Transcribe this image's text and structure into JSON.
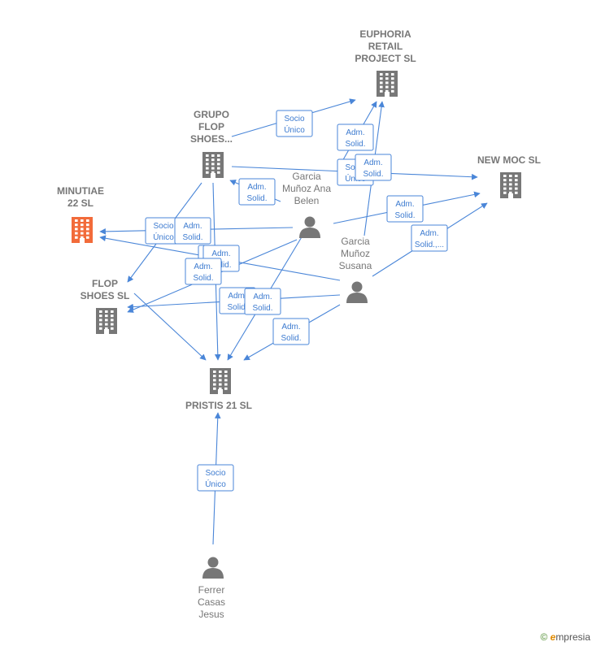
{
  "colors": {
    "edge": "#4a86d8",
    "node": "#777777",
    "highlight": "#f26b3a"
  },
  "nodes": [
    {
      "id": "euphoria",
      "type": "company",
      "lines": [
        "EUPHORIA",
        "RETAIL",
        "PROJECT  SL"
      ]
    },
    {
      "id": "grupo",
      "type": "company",
      "lines": [
        "GRUPO",
        "FLOP",
        "SHOES..."
      ]
    },
    {
      "id": "newmoc",
      "type": "company",
      "lines": [
        "NEW MOC  SL"
      ]
    },
    {
      "id": "minutiae",
      "type": "company",
      "highlight": true,
      "lines": [
        "MINUTIAE",
        "22  SL"
      ]
    },
    {
      "id": "flop",
      "type": "company",
      "lines": [
        "FLOP",
        "SHOES SL"
      ]
    },
    {
      "id": "pristis",
      "type": "company",
      "lines": [
        "PRISTIS 21  SL"
      ]
    },
    {
      "id": "garciaAna",
      "type": "person",
      "lines": [
        "Garcia",
        "Muñoz Ana",
        "Belen"
      ]
    },
    {
      "id": "garciaSusana",
      "type": "person",
      "lines": [
        "Garcia",
        "Muñoz",
        "Susana"
      ]
    },
    {
      "id": "ferrer",
      "type": "person",
      "lines": [
        "Ferrer",
        "Casas",
        "Jesus"
      ]
    }
  ],
  "edges": [
    {
      "from": "grupo",
      "to": "euphoria",
      "label": [
        "Socio",
        "Único"
      ]
    },
    {
      "from": "grupo",
      "to": "newmoc",
      "label": [
        "Socio",
        "Único"
      ]
    },
    {
      "from": "grupo",
      "to": "flop",
      "label": [
        "Socio",
        "Único"
      ]
    },
    {
      "from": "grupo",
      "to": "pristis",
      "label": [
        "Socio",
        "Único"
      ]
    },
    {
      "from": "flop",
      "to": "pristis",
      "label": []
    },
    {
      "from": "garciaAna",
      "to": "grupo",
      "label": [
        "Adm.",
        "Solid."
      ]
    },
    {
      "from": "garciaAna",
      "to": "euphoria",
      "label": [
        "Adm.",
        "Solid."
      ]
    },
    {
      "from": "garciaAna",
      "to": "newmoc",
      "label": [
        "Adm.",
        "Solid."
      ]
    },
    {
      "from": "garciaAna",
      "to": "minutiae",
      "label": [
        "Adm.",
        "Solid."
      ]
    },
    {
      "from": "garciaAna",
      "to": "flop",
      "label": [
        "Adm.",
        "Solid."
      ]
    },
    {
      "from": "garciaAna",
      "to": "pristis",
      "label": [
        "Adm.",
        "Solid."
      ]
    },
    {
      "from": "garciaSusana",
      "to": "euphoria",
      "label": [
        "Adm.",
        "Solid."
      ]
    },
    {
      "from": "garciaSusana",
      "to": "newmoc",
      "label": [
        "Adm.",
        "Solid.,..."
      ]
    },
    {
      "from": "garciaSusana",
      "to": "minutiae",
      "label": [
        "Adm.",
        "Solid."
      ]
    },
    {
      "from": "garciaSusana",
      "to": "flop",
      "label": [
        "Adm.",
        "Solid."
      ]
    },
    {
      "from": "garciaSusana",
      "to": "pristis",
      "label": [
        "Adm.",
        "Solid."
      ]
    },
    {
      "from": "ferrer",
      "to": "pristis",
      "label": [
        "Socio",
        "Único"
      ]
    }
  ],
  "brand": {
    "symbol": "©",
    "initial": "e",
    "rest": "mpresia"
  }
}
